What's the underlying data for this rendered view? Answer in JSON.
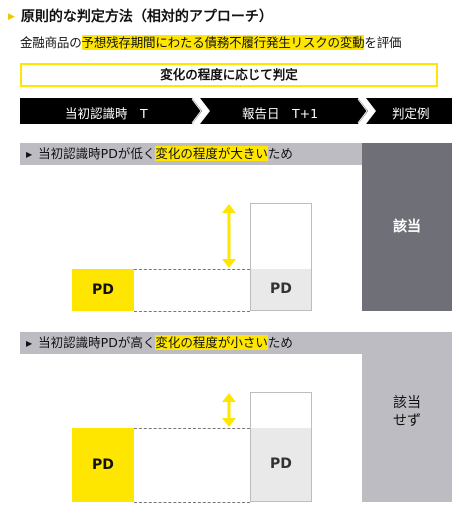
{
  "title": "原則的な判定方法（相対的アプローチ）",
  "subtitle": {
    "before": "金融商品の",
    "highlight": "予想残存期間にわたる債務不履行発生リスクの変動",
    "after": "を評価"
  },
  "judge_label": "変化の程度に応じて判定",
  "timeline": {
    "steps": [
      "当初認識時　T",
      "報告日　T+1",
      "判定例"
    ]
  },
  "scenario_top": {
    "banner_before": "当初認識時PDが低く",
    "banner_highlight": "変化の程度が大きい",
    "banner_after": "ため",
    "pd_initial": "PD",
    "pd_report": "PD",
    "result": "該当"
  },
  "scenario_bottom": {
    "banner_before": "当初認識時PDが高く",
    "banner_highlight": "変化の程度が小さい",
    "banner_after": "ため",
    "pd_initial": "PD",
    "pd_report": "PD",
    "result_line1": "該当",
    "result_line2": "せず"
  },
  "colors": {
    "accent": "#ffe600",
    "dark": "#000000",
    "result_yes": "#6f6f78",
    "result_no": "#bcbcc2",
    "banner": "#bcbcc2"
  }
}
